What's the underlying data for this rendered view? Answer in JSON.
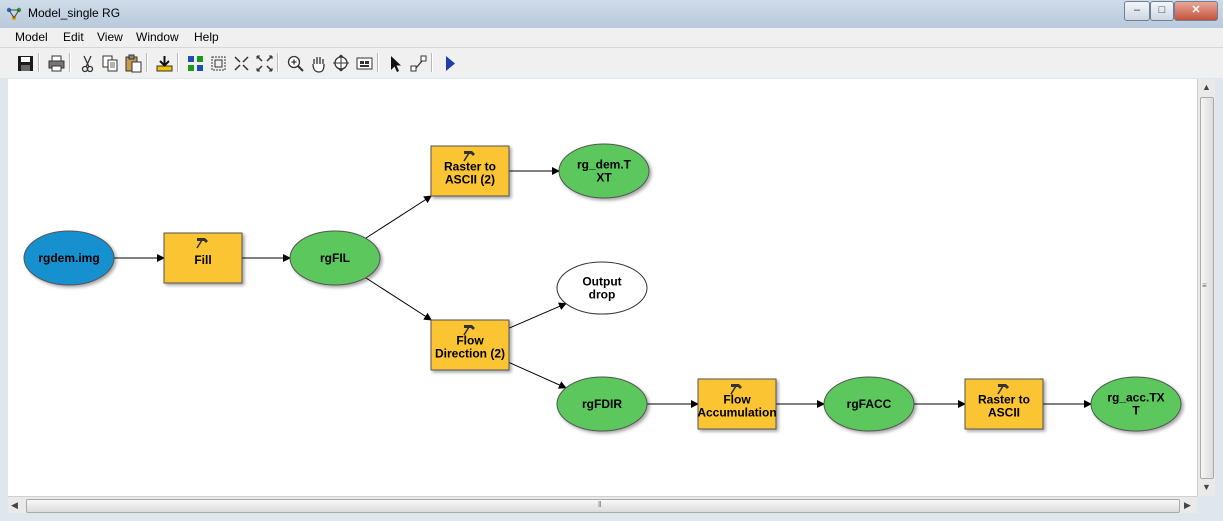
{
  "window": {
    "title": "Model_single RG"
  },
  "menu": [
    "Model",
    "Edit",
    "View",
    "Window",
    "Help"
  ],
  "toolbar": [
    {
      "name": "save-icon"
    },
    {
      "name": "print-icon"
    },
    {
      "name": "cut-icon"
    },
    {
      "name": "copy-icon"
    },
    {
      "name": "paste-icon"
    },
    {
      "name": "add-data-icon"
    },
    {
      "name": "auto-layout-icon"
    },
    {
      "name": "full-extent-icon"
    },
    {
      "name": "zoom-in-fixed-icon"
    },
    {
      "name": "zoom-out-fixed-icon"
    },
    {
      "name": "zoom-in-icon"
    },
    {
      "name": "pan-icon"
    },
    {
      "name": "fit-page-icon"
    },
    {
      "name": "overview-icon"
    },
    {
      "name": "select-pointer-icon"
    },
    {
      "name": "connect-tool-icon"
    },
    {
      "name": "run-icon"
    }
  ],
  "colors": {
    "input_data": "#1390cf",
    "tool": "#fbc431",
    "derived_data": "#5bc75b",
    "empty_output": "#ffffff"
  },
  "model": {
    "nodes": [
      {
        "id": "rgdem",
        "label": "rgdem.img",
        "kind": "input"
      },
      {
        "id": "fill",
        "label": "Fill",
        "kind": "tool"
      },
      {
        "id": "rgfil",
        "label": "rgFIL",
        "kind": "derived"
      },
      {
        "id": "r2a2",
        "label": "Raster to\nASCII (2)",
        "kind": "tool"
      },
      {
        "id": "rgdemtxt",
        "label": "rg_dem.T\nXT",
        "kind": "derived"
      },
      {
        "id": "flowdir",
        "label": "Flow\nDirection (2)",
        "kind": "tool"
      },
      {
        "id": "outdrop",
        "label": "Output\ndrop",
        "kind": "empty"
      },
      {
        "id": "rgfdir",
        "label": "rgFDIR",
        "kind": "derived"
      },
      {
        "id": "flowacc",
        "label": "Flow\nAccumulation",
        "kind": "tool"
      },
      {
        "id": "rgfacc",
        "label": "rgFACC",
        "kind": "derived"
      },
      {
        "id": "r2a",
        "label": "Raster to\nASCII",
        "kind": "tool"
      },
      {
        "id": "rgacctxt",
        "label": "rg_acc.TX\nT",
        "kind": "derived"
      }
    ],
    "edges": [
      [
        "rgdem",
        "fill"
      ],
      [
        "fill",
        "rgfil"
      ],
      [
        "rgfil",
        "r2a2"
      ],
      [
        "r2a2",
        "rgdemtxt"
      ],
      [
        "rgfil",
        "flowdir"
      ],
      [
        "flowdir",
        "outdrop"
      ],
      [
        "flowdir",
        "rgfdir"
      ],
      [
        "rgfdir",
        "flowacc"
      ],
      [
        "flowacc",
        "rgfacc"
      ],
      [
        "rgfacc",
        "r2a"
      ],
      [
        "r2a",
        "rgacctxt"
      ]
    ]
  }
}
